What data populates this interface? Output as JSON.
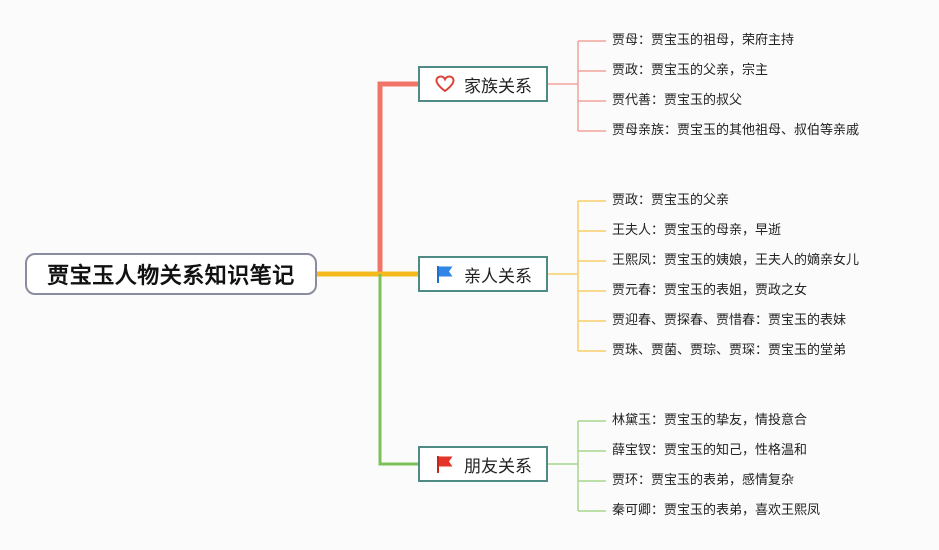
{
  "root": {
    "title": "贾宝玉人物关系知识笔记"
  },
  "colors": {
    "family": "#f07467",
    "relatives": "#f5b91d",
    "friends": "#7cc158",
    "family_leaf": "#f2a39a",
    "relatives_leaf": "#f6cf69",
    "friends_leaf": "#a8d68f"
  },
  "branches": [
    {
      "id": "family",
      "label": "家族关系",
      "icon": "heart-icon",
      "leaves": [
        "贾母：贾宝玉的祖母，荣府主持",
        "贾政：贾宝玉的父亲，宗主",
        "贾代善：贾宝玉的叔父",
        "贾母亲族：贾宝玉的其他祖母、叔伯等亲戚"
      ]
    },
    {
      "id": "relatives",
      "label": "亲人关系",
      "icon": "blue-flag-icon",
      "leaves": [
        "贾政：贾宝玉的父亲",
        "王夫人：贾宝玉的母亲，早逝",
        "王熙凤：贾宝玉的姨娘，王夫人的嫡亲女儿",
        "贾元春：贾宝玉的表姐，贾政之女",
        "贾迎春、贾探春、贾惜春：贾宝玉的表妹",
        "贾珠、贾菌、贾琮、贾琛：贾宝玉的堂弟"
      ]
    },
    {
      "id": "friends",
      "label": "朋友关系",
      "icon": "red-flag-icon",
      "leaves": [
        "林黛玉：贾宝玉的挚友，情投意合",
        "薛宝钗：贾宝玉的知己，性格温和",
        "贾环：贾宝玉的表弟，感情复杂",
        "秦可卿：贾宝玉的表弟，喜欢王熙凤"
      ]
    }
  ]
}
